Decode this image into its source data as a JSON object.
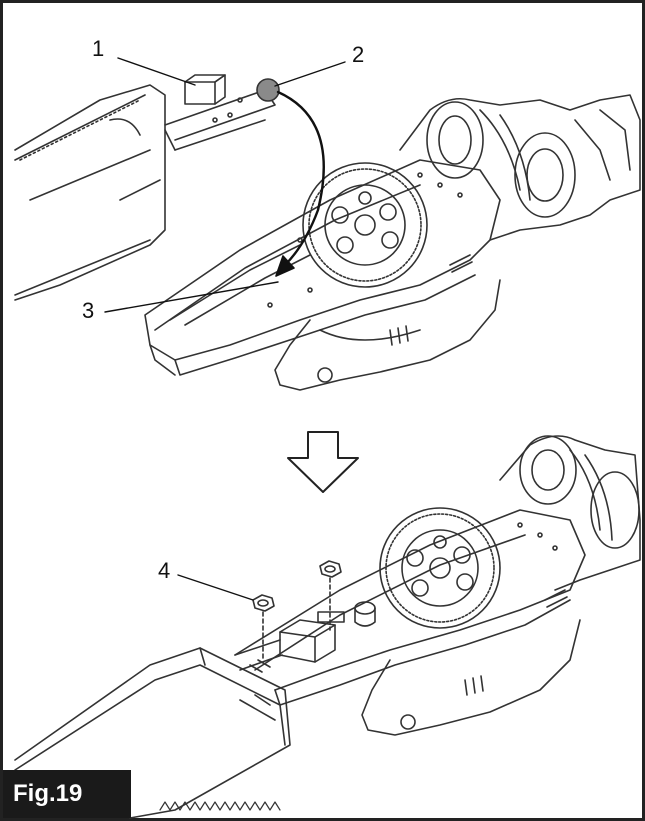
{
  "figure": {
    "label": "Fig.19",
    "callouts": [
      {
        "number": "1"
      },
      {
        "number": "2"
      },
      {
        "number": "3"
      },
      {
        "number": "4"
      }
    ]
  },
  "colors": {
    "line": "#333333",
    "label_background": "#1a1a1a",
    "label_text": "#ffffff"
  }
}
